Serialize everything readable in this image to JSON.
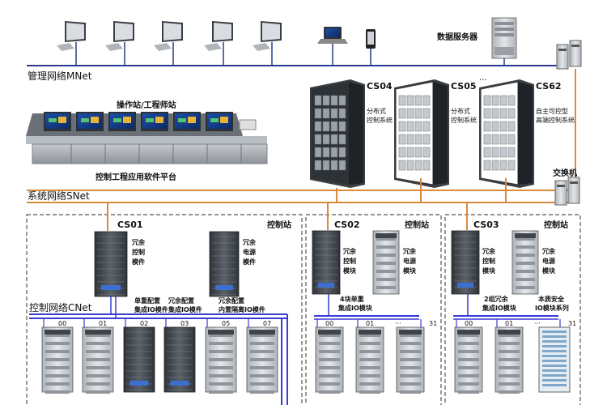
{
  "networks": {
    "mnet": "管理网络MNet",
    "snet": "系统网络SNet",
    "cnet": "控制网络CNet"
  },
  "top": {
    "data_server": "数据服务器",
    "operator_station": "操作站/工程师站",
    "software_platform": "控制工程应用软件平台",
    "switch": "交换机"
  },
  "cabinets": [
    {
      "id": "CS04",
      "desc_line1": "分布式",
      "desc_line2": "控制系统",
      "desc_line3": ""
    },
    {
      "id": "CS05",
      "desc_line1": "分布式",
      "desc_line2": "控制系统",
      "desc_line3": ""
    },
    {
      "id": "CS62",
      "desc_line1": "自主可控型",
      "desc_line2": "高端控制系统",
      "desc_line3": ""
    }
  ],
  "cabinet_ellipsis": "···",
  "stations": [
    {
      "id": "CS01",
      "title": "控制站",
      "modules": [
        {
          "l1": "冗余",
          "l2": "控制",
          "l3": "模件"
        },
        {
          "l1": "冗余",
          "l2": "电源",
          "l3": "模件"
        }
      ],
      "io_labels": [
        {
          "l1": "单重配置",
          "l2": "集成IO模件"
        },
        {
          "l1": "冗余配置",
          "l2": "集成IO模件"
        },
        {
          "l1": "冗余配置",
          "l2": "内置隔离IO模件"
        }
      ],
      "slots": [
        "00",
        "01",
        "02",
        "03",
        "05",
        "07"
      ]
    },
    {
      "id": "CS02",
      "title": "控制站",
      "modules": [
        {
          "l1": "冗余",
          "l2": "控制",
          "l3": "模块"
        },
        {
          "l1": "冗余",
          "l2": "电源",
          "l3": "模块"
        }
      ],
      "io_labels": [
        {
          "l1": "4块单重",
          "l2": "集成IO模块"
        }
      ],
      "slots": [
        "00",
        "01",
        "···",
        "31"
      ]
    },
    {
      "id": "CS03",
      "title": "控制站",
      "modules": [
        {
          "l1": "冗余",
          "l2": "控制",
          "l3": "模块"
        },
        {
          "l1": "冗余",
          "l2": "电源",
          "l3": "模块"
        }
      ],
      "io_labels": [
        {
          "l1": "2组冗余",
          "l2": "集成IO模块"
        },
        {
          "l1": "本质安全",
          "l2": "IO模块系列"
        }
      ],
      "slots": [
        "00",
        "01",
        "···",
        "31"
      ]
    }
  ],
  "colors": {
    "mnet_line": "#2a3a8f",
    "snet_line": "#d98a3c",
    "cnet_line": "#3a3ad8",
    "frame": "#555555",
    "device_dark": "#4a4f55",
    "device_light": "#cfd4d8"
  }
}
